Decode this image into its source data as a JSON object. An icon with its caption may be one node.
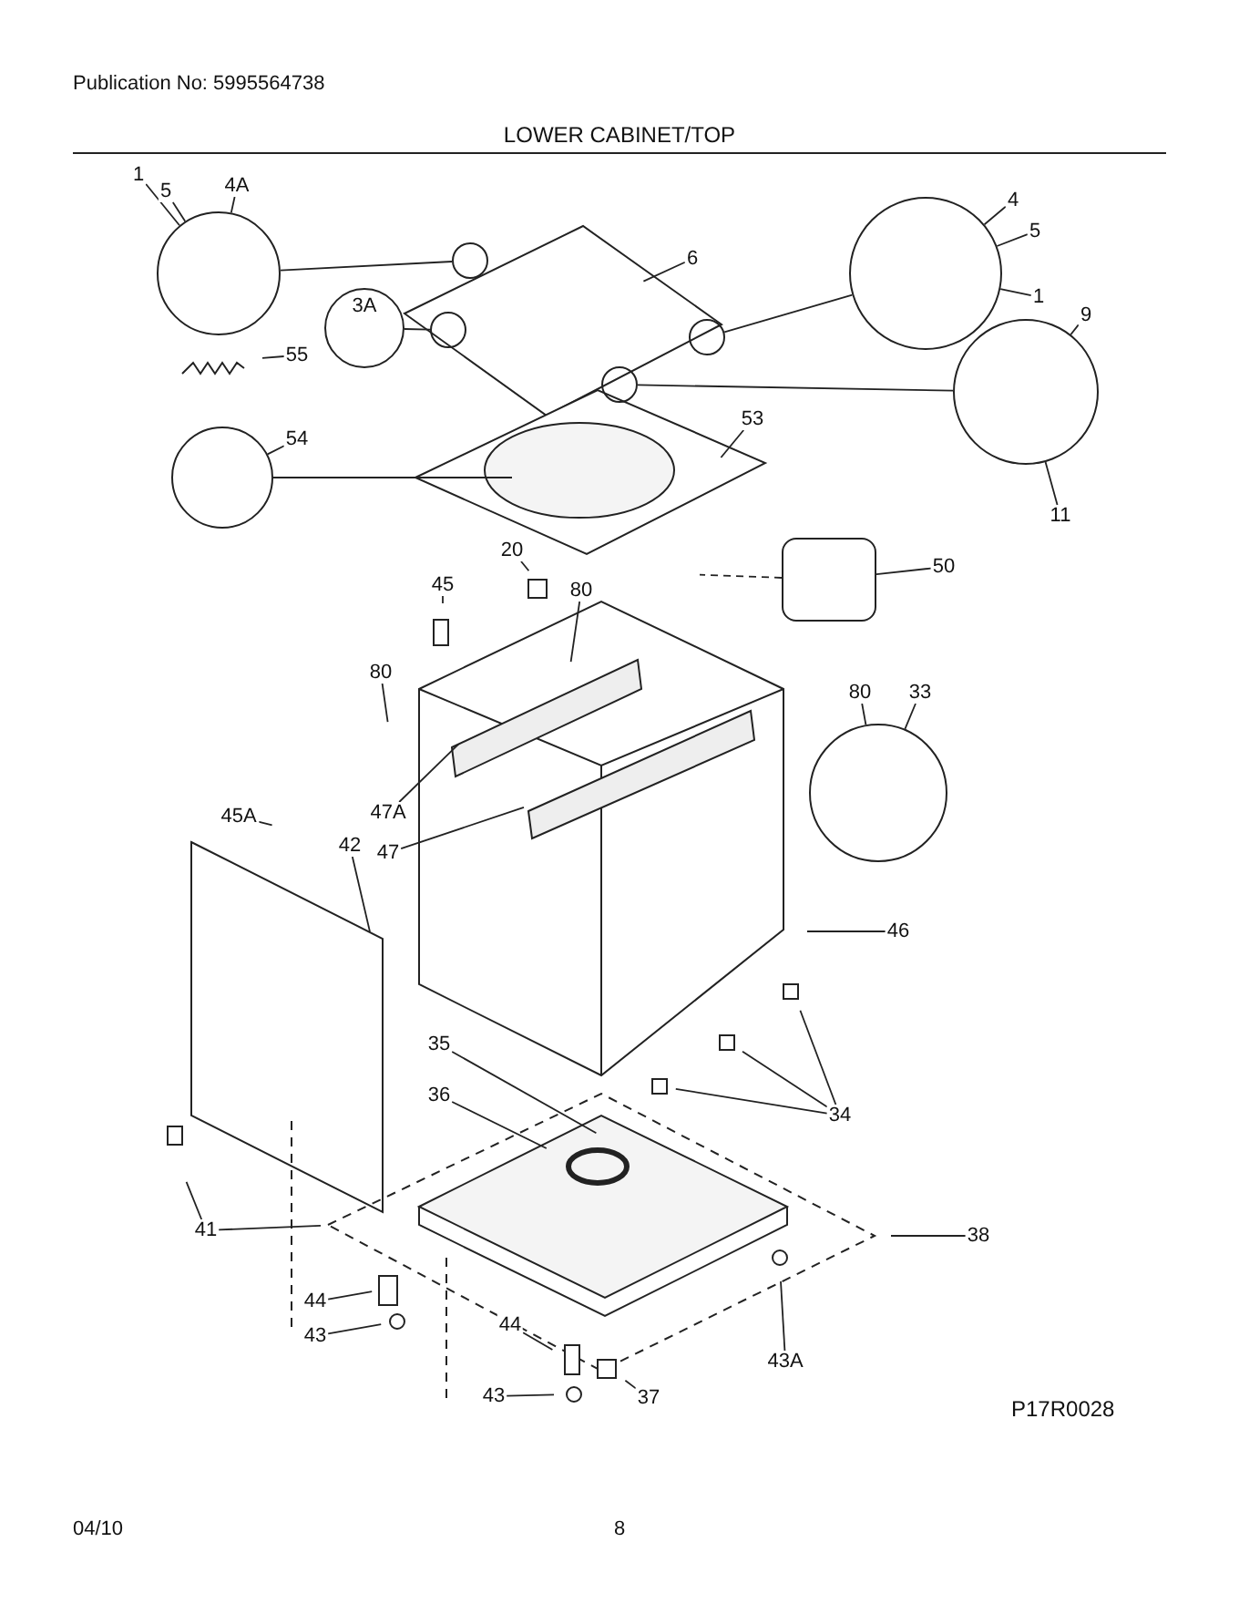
{
  "diagram": {
    "title": "LOWER CABINET/TOP",
    "nodes": [
      {
        "text": [],
        "shape": "circle"
      },
      {
        "text": [
          "1"
        ]
      },
      {
        "text": [
          "5"
        ]
      },
      {
        "text": [
          "4A"
        ]
      },
      {
        "text": [
          "3A"
        ]
      },
      {
        "text": [
          "6"
        ]
      },
      {
        "text": [],
        "shape": "circle"
      },
      {
        "text": [
          "4"
        ]
      },
      {
        "text": [
          "5"
        ]
      },
      {
        "text": [
          "1"
        ]
      },
      {
        "text": [
          "55"
        ]
      },
      {
        "text": [],
        "shape": "circle"
      },
      {
        "text": [
          "9"
        ]
      },
      {
        "text": [
          "11"
        ]
      },
      {
        "text": [],
        "shape": "circle"
      },
      {
        "text": [
          "54"
        ]
      },
      {
        "text": [
          "53"
        ]
      },
      {
        "text": [],
        "shape": "circle"
      },
      {
        "text": [],
        "shape": "circle"
      },
      {
        "text": [],
        "shape": "circle"
      },
      {
        "text": [],
        "shape": "circle"
      },
      {
        "text": [],
        "shape": "box"
      },
      {
        "text": [
          "50"
        ]
      },
      {
        "text": [
          "20"
        ]
      },
      {
        "text": [
          "45"
        ]
      },
      {
        "text": [
          "80"
        ]
      },
      {
        "text": [
          "80"
        ]
      },
      {
        "text": [
          "80"
        ]
      },
      {
        "text": [
          "33"
        ]
      },
      {
        "text": [],
        "shape": "circle"
      },
      {
        "text": [
          "47A"
        ]
      },
      {
        "text": [
          "45A"
        ]
      },
      {
        "text": [
          "42"
        ]
      },
      {
        "text": [
          "47"
        ]
      },
      {
        "text": [
          "46"
        ]
      },
      {
        "text": [
          "35"
        ]
      },
      {
        "text": [
          "36"
        ]
      },
      {
        "text": [
          "34"
        ]
      },
      {
        "text": [
          "41"
        ]
      },
      {
        "text": [
          "38"
        ]
      },
      {
        "text": [
          "44"
        ]
      },
      {
        "text": [
          "43"
        ]
      },
      {
        "text": [
          "44"
        ]
      },
      {
        "text": [
          "43A"
        ]
      },
      {
        "text": [
          "43"
        ]
      },
      {
        "text": [
          "37"
        ]
      }
    ],
    "edges": [
      {
        "from": 0,
        "to": 17,
        "arrow": "none"
      },
      {
        "from": 1,
        "to": 0,
        "arrow": "none"
      },
      {
        "from": 2,
        "to": 0,
        "arrow": "none"
      },
      {
        "from": 3,
        "to": 0,
        "arrow": "none"
      },
      {
        "from": 4,
        "to": 18,
        "arrow": "none"
      },
      {
        "from": 5,
        "to": null,
        "arrow": "none"
      },
      {
        "from": 6,
        "to": 19,
        "arrow": "none"
      },
      {
        "from": 7,
        "to": 6,
        "arrow": "none"
      },
      {
        "from": 8,
        "to": 6,
        "arrow": "none"
      },
      {
        "from": 9,
        "to": 6,
        "arrow": "none"
      },
      {
        "from": 10,
        "to": null,
        "arrow": "none"
      },
      {
        "from": 11,
        "to": 20,
        "arrow": "none"
      },
      {
        "from": 12,
        "to": 11,
        "arrow": "none"
      },
      {
        "from": 13,
        "to": 11,
        "arrow": "none"
      },
      {
        "from": 14,
        "to": null,
        "arrow": "none"
      },
      {
        "from": 15,
        "to": 14,
        "arrow": "none"
      },
      {
        "from": 16,
        "to": null,
        "arrow": "none"
      },
      {
        "from": 21,
        "to": null,
        "arrow": "none",
        "style": "dashed"
      },
      {
        "from": 22,
        "to": 21,
        "arrow": "none"
      },
      {
        "from": 23,
        "to": null,
        "arrow": "none"
      },
      {
        "from": 24,
        "to": null,
        "arrow": "none"
      },
      {
        "from": 25,
        "to": null,
        "arrow": "none"
      },
      {
        "from": 26,
        "to": null,
        "arrow": "none"
      },
      {
        "from": 27,
        "to": 29,
        "arrow": "none"
      },
      {
        "from": 28,
        "to": 29,
        "arrow": "none"
      },
      {
        "from": 30,
        "to": null,
        "arrow": "none"
      },
      {
        "from": 31,
        "to": null,
        "arrow": "none"
      },
      {
        "from": 32,
        "to": null,
        "arrow": "none"
      },
      {
        "from": 33,
        "to": null,
        "arrow": "none"
      },
      {
        "from": 34,
        "to": null,
        "arrow": "none"
      },
      {
        "from": 35,
        "to": null,
        "arrow": "none"
      },
      {
        "from": 36,
        "to": null,
        "arrow": "none"
      },
      {
        "from": 37,
        "to": null,
        "arrow": "none"
      },
      {
        "from": 37,
        "to": null,
        "arrow": "none"
      },
      {
        "from": 37,
        "to": null,
        "arrow": "none"
      },
      {
        "from": 38,
        "to": null,
        "arrow": "none"
      },
      {
        "from": 38,
        "to": null,
        "arrow": "none"
      },
      {
        "from": 39,
        "to": null,
        "arrow": "none"
      },
      {
        "from": 40,
        "to": null,
        "arrow": "none"
      },
      {
        "from": 41,
        "to": null,
        "arrow": "none"
      },
      {
        "from": 42,
        "to": null,
        "arrow": "none"
      },
      {
        "from": 43,
        "to": null,
        "arrow": "none"
      },
      {
        "from": 44,
        "to": null,
        "arrow": "none"
      },
      {
        "from": 45,
        "to": null,
        "arrow": "none"
      }
    ],
    "labels": [
      "Publication No: 5995564738",
      "P17R0028",
      "04/10",
      "8"
    ]
  }
}
